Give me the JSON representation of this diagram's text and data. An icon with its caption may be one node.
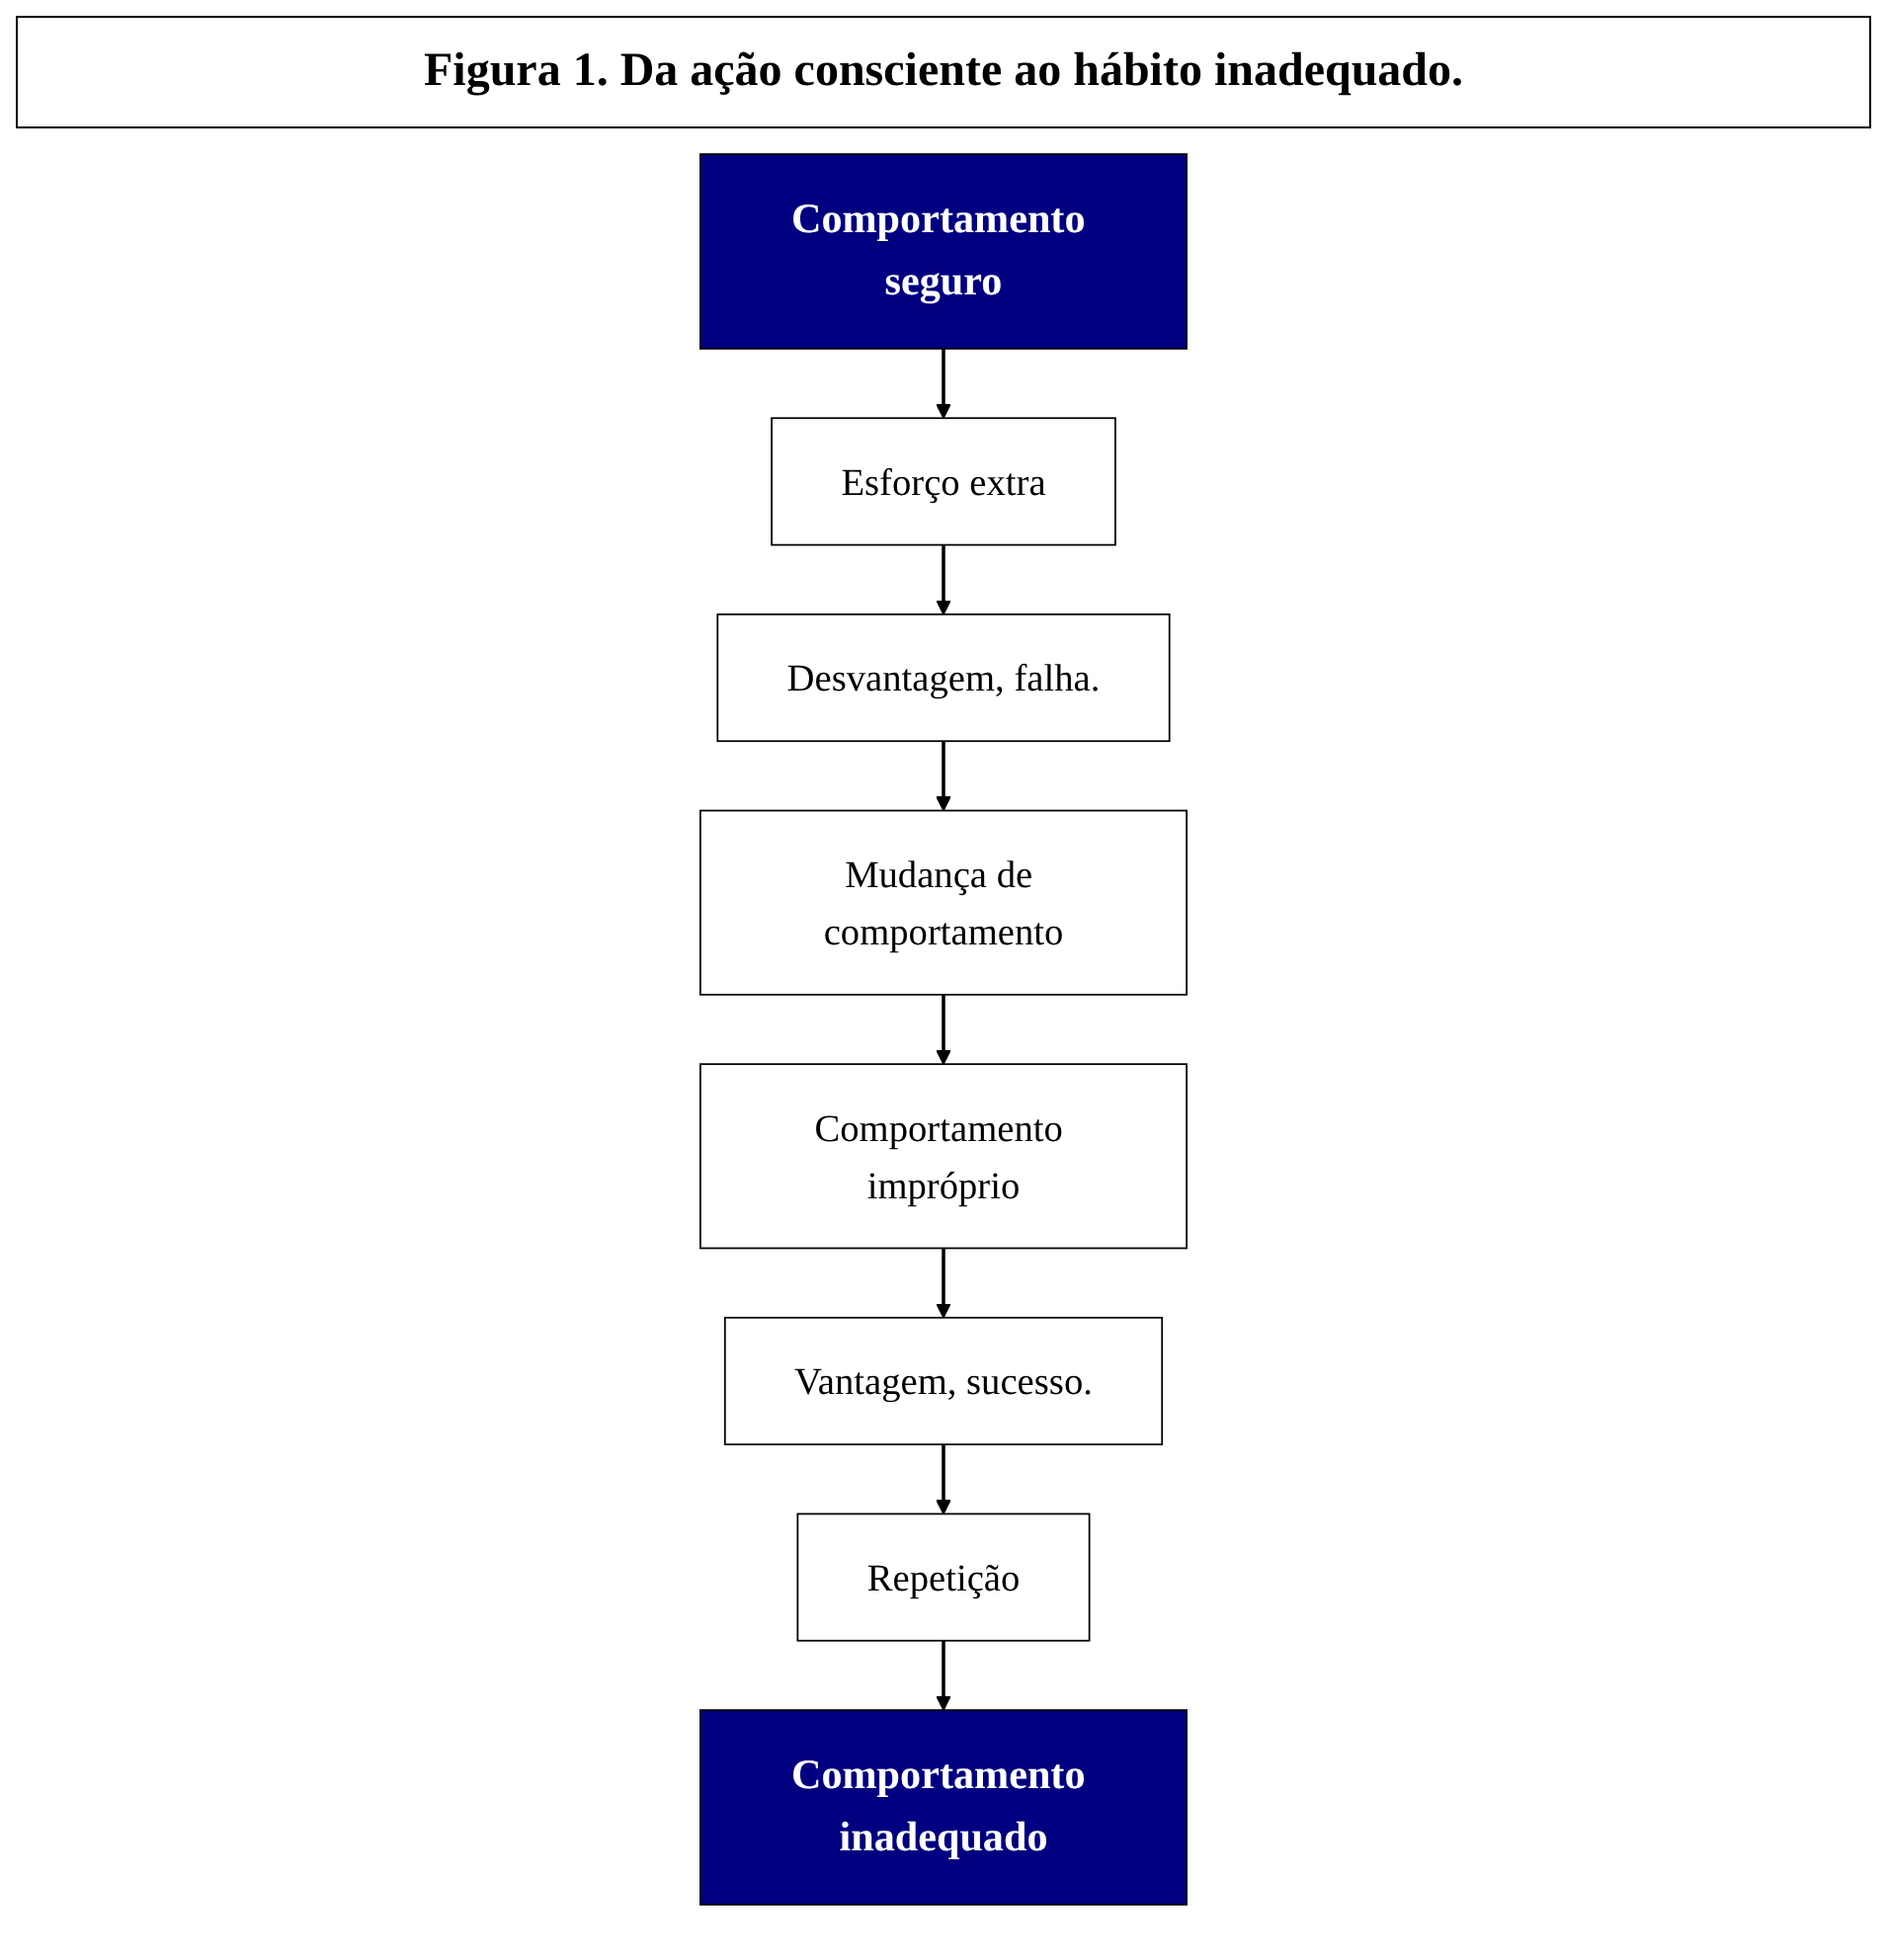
{
  "diagram": {
    "title": "Figura 1. Da ação consciente ao hábito inadequado.",
    "nodes": [
      {
        "text": [
          "Comportamento seguro"
        ]
      },
      {
        "text": [
          "Esforço extra"
        ]
      },
      {
        "text": [
          "Desvantagem, falha."
        ]
      },
      {
        "text": [
          "Mudança de comportamento"
        ]
      },
      {
        "text": [
          "Comportamento impróprio"
        ]
      },
      {
        "text": [
          "Vantagem, sucesso."
        ]
      },
      {
        "text": [
          "Repetição"
        ]
      },
      {
        "text": [
          "Comportamento inadequado"
        ]
      }
    ],
    "edges": [
      {
        "from": 0,
        "to": 1,
        "arrow": "to"
      },
      {
        "from": 1,
        "to": 2,
        "arrow": "to"
      },
      {
        "from": 2,
        "to": 3,
        "arrow": "to"
      },
      {
        "from": 3,
        "to": 4,
        "arrow": "to"
      },
      {
        "from": 4,
        "to": 5,
        "arrow": "to"
      },
      {
        "from": 5,
        "to": 6,
        "arrow": "to"
      },
      {
        "from": 6,
        "to": 7,
        "arrow": "to"
      }
    ]
  }
}
